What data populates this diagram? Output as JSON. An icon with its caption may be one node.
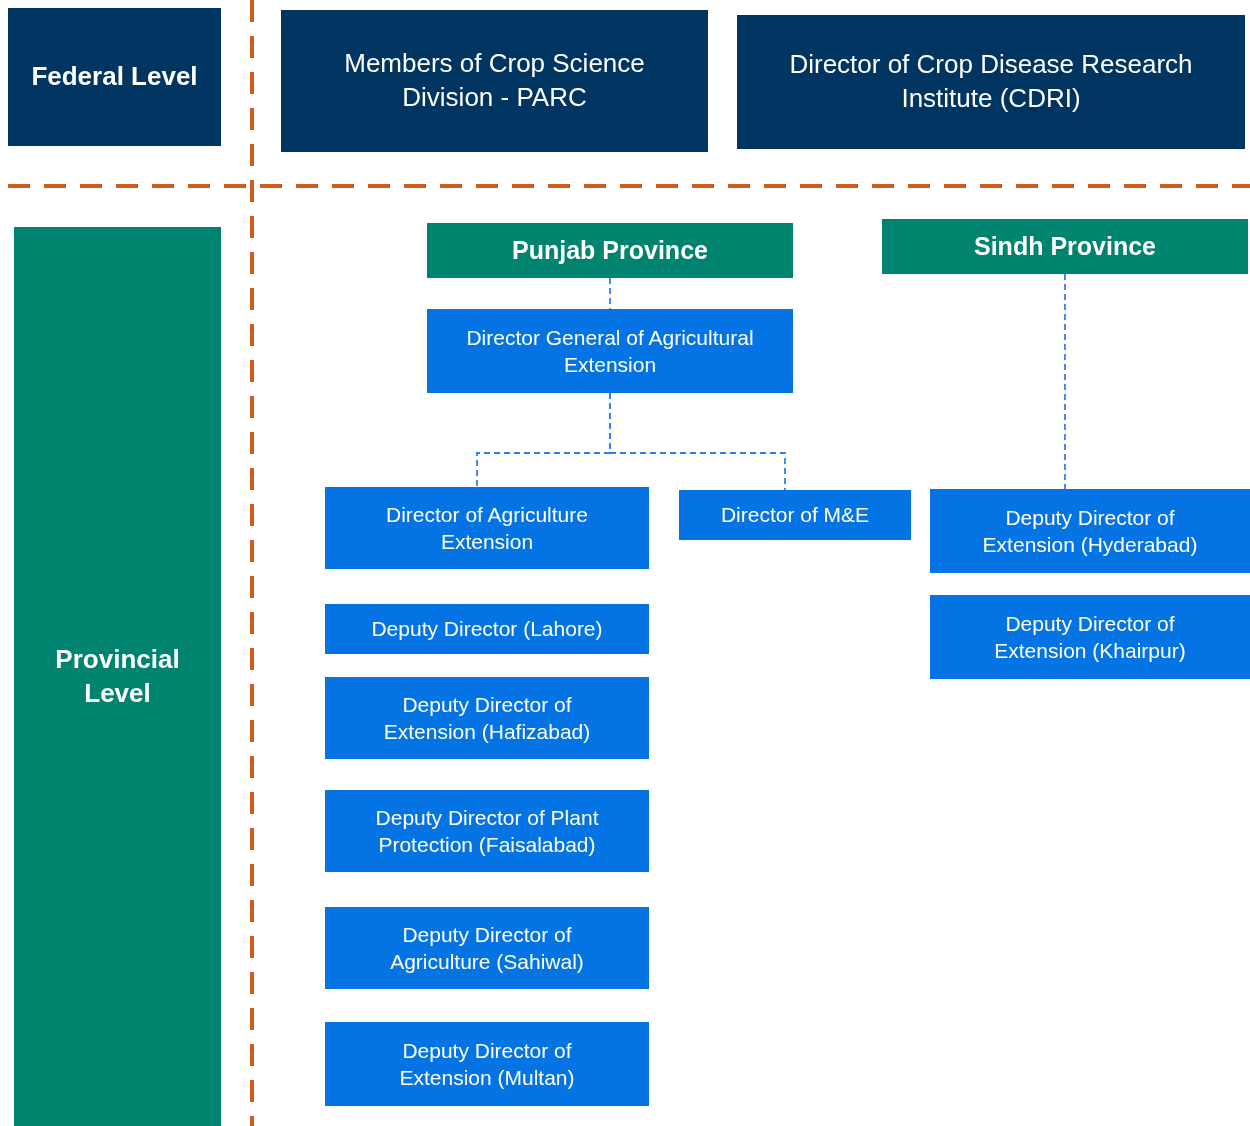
{
  "diagram": {
    "nodes": [
      {
        "text": [
          "Federal Level"
        ]
      },
      {
        "text": [
          "Members of Crop Science Division - PARC"
        ]
      },
      {
        "text": [
          "Director of Crop Disease Research Institute (CDRI)"
        ]
      },
      {
        "text": [
          "Provincial Level"
        ]
      },
      {
        "text": [
          "Punjab Province"
        ]
      },
      {
        "text": [
          "Sindh Province"
        ]
      },
      {
        "text": [
          "Director General of Agricultural Extension"
        ]
      },
      {
        "text": [
          "Director of Agriculture Extension"
        ]
      },
      {
        "text": [
          "Director of M&E"
        ]
      },
      {
        "text": [
          "Deputy Director of Extension (Hyderabad)"
        ]
      },
      {
        "text": [
          "Deputy Director (Lahore)"
        ]
      },
      {
        "text": [
          "Deputy Director of Extension (Khairpur)"
        ]
      },
      {
        "text": [
          "Deputy Director of Extension (Hafizabad)"
        ]
      },
      {
        "text": [
          "Deputy Director of Plant Protection (Faisalabad)"
        ]
      },
      {
        "text": [
          "Deputy Director of Agriculture (Sahiwal)"
        ]
      },
      {
        "text": [
          "Deputy Director of Extension (Multan)"
        ]
      }
    ],
    "edges": [
      {
        "from": 4,
        "to": 6,
        "arrow": "none",
        "style": "dashed"
      },
      {
        "from": 6,
        "to": 7,
        "arrow": "none",
        "style": "dashed"
      },
      {
        "from": 6,
        "to": 8,
        "arrow": "none",
        "style": "dashed"
      },
      {
        "from": 5,
        "to": 9,
        "arrow": "none",
        "style": "dashed"
      }
    ]
  }
}
